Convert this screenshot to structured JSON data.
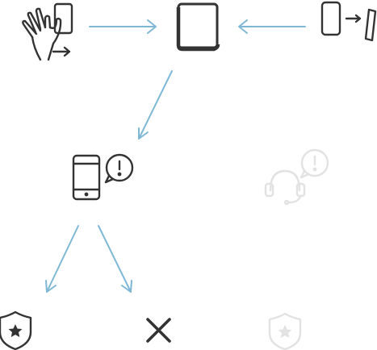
{
  "diagram": {
    "colors": {
      "arrow": "#7fb8d4",
      "icon": "#333333",
      "inactive_icon": "#e2e2e2"
    },
    "nodes": {
      "hand_with_phone": {
        "icon": "hand-swipe-phone-icon",
        "state": "active"
      },
      "hub_device": {
        "icon": "hub-device-icon",
        "state": "active"
      },
      "device_slide_rotate": {
        "icon": "device-rotate-icon",
        "state": "active"
      },
      "phone_alert": {
        "icon": "phone-alert-icon",
        "state": "active"
      },
      "headset_alert": {
        "icon": "headset-alert-icon",
        "state": "inactive"
      },
      "shield_star_left": {
        "icon": "shield-star-icon",
        "state": "active"
      },
      "cross_mark": {
        "icon": "close-icon",
        "state": "active"
      },
      "shield_star_right": {
        "icon": "shield-star-icon",
        "state": "inactive"
      }
    }
  }
}
